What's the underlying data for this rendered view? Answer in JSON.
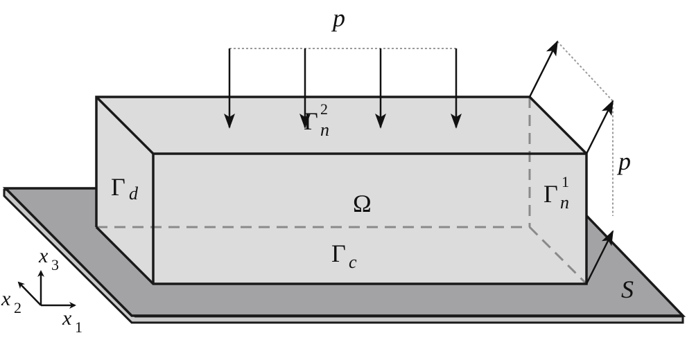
{
  "figure": {
    "type": "domain-sketch",
    "description": "Elastic body on a rigid foundation with boundary parts"
  },
  "colors": {
    "body_fill": "#dcdcdc",
    "foundation_fill": "#a3a3a5",
    "edge": "#1a1a1a",
    "hidden_edge": "#8a8a8a",
    "load_guide": "#9a9a9a"
  },
  "labels": {
    "load_top": "p",
    "load_side": "p",
    "domain": "Ω",
    "dirichlet_base": "Γ",
    "dirichlet_sub": "d",
    "contact_base": "Γ",
    "contact_sub": "c",
    "neumann1_base": "Γ",
    "neumann1_sub": "n",
    "neumann1_sup": "1",
    "neumann2_base": "Γ",
    "neumann2_sub": "n",
    "neumann2_sup": "2",
    "foundation": "S"
  },
  "axes": {
    "x1_base": "x",
    "x1_sub": "1",
    "x2_base": "x",
    "x2_sub": "2",
    "x3_base": "x",
    "x3_sub": "3"
  },
  "loads": {
    "top_arrow_count": 4,
    "side_arrow_count": 3
  }
}
